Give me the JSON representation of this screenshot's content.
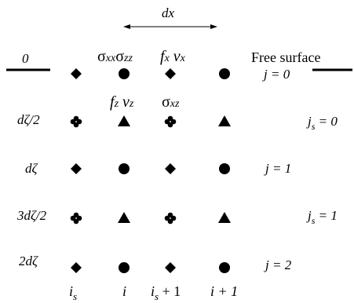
{
  "colors": {
    "ink": "#000000",
    "background": "#ffffff"
  },
  "top": {
    "spacing_label": "dx",
    "surface_value": "0",
    "surface_label": "Free surface"
  },
  "stress_labels": {
    "sxx_sigma": "σ",
    "sxx_sub": "xx",
    "szz_sigma": "σ",
    "szz_sub": "zz",
    "sxz_sigma": "σ",
    "sxz_sub": "xz"
  },
  "velocity_labels": {
    "fx": "f",
    "fx_sub": "x",
    "vx": "v",
    "vx_sub": "x",
    "fz": "f",
    "fz_sub": "z",
    "vz": "v",
    "vz_sub": "z"
  },
  "depth_labels": [
    "0",
    "dζ/2",
    "dζ",
    "3dζ/2",
    "2dζ"
  ],
  "j_labels": [
    "j = 0",
    "j = 1",
    "j = 2"
  ],
  "js_labels": [
    "j",
    "s",
    " = 0",
    "j",
    "s",
    " = 1"
  ],
  "column_labels": {
    "is": "i",
    "is_sub": "s",
    "i": "i",
    "is1": "i",
    "is1_sub": "s",
    "is1_rest": " + 1",
    "i1": "i + 1"
  },
  "grid": {
    "rows": [
      [
        "diamond",
        "circle",
        "diamond",
        "circle"
      ],
      [
        "club",
        "triangle",
        "club",
        "triangle"
      ],
      [
        "diamond",
        "circle",
        "diamond",
        "circle"
      ],
      [
        "club",
        "triangle",
        "club",
        "triangle"
      ],
      [
        "diamond",
        "circle",
        "diamond",
        "circle"
      ]
    ]
  }
}
